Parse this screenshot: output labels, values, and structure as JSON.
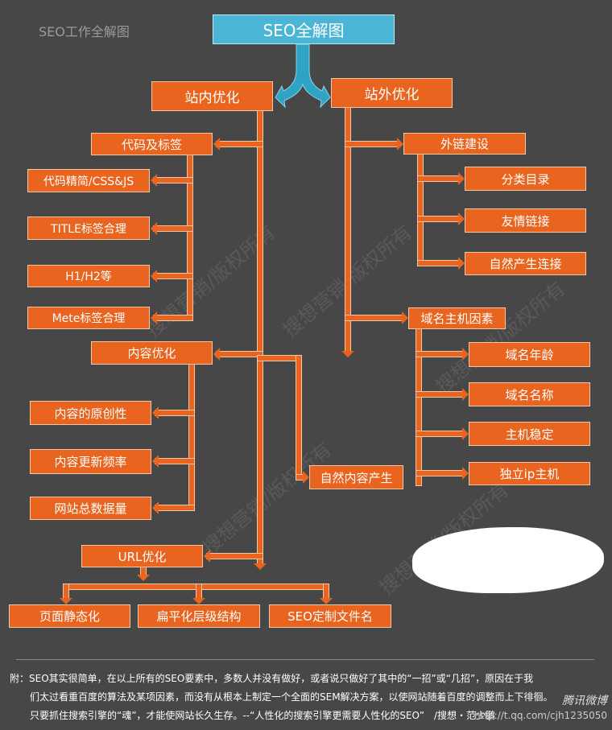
{
  "corner_title": "SEO工作全解图",
  "title": "SEO全解图",
  "colors": {
    "background": "#474747",
    "node": "#e8641f",
    "title": "#4ab5d4"
  },
  "onsite": {
    "label": "站内优化",
    "code_tags": {
      "label": "代码及标签",
      "items": [
        "代码精简/CSS&JS",
        "TITLE标签合理",
        "H1/H2等",
        "Mete标签合理"
      ]
    },
    "content": {
      "label": "内容优化",
      "items": [
        "内容的原创性",
        "内容更新频率",
        "网站总数据量"
      ]
    },
    "natural_content": "自然内容产生",
    "url": {
      "label": "URL优化",
      "items": [
        "页面静态化",
        "扁平化层级结构",
        "SEO定制文件名"
      ]
    }
  },
  "offsite": {
    "label": "站外优化",
    "links": {
      "label": "外链建设",
      "items": [
        "分类目录",
        "友情链接",
        "自然产生连接"
      ]
    },
    "domain": {
      "label": "域名主机因素",
      "items": [
        "域名年龄",
        "域名名称",
        "主机稳定",
        "独立ip主机"
      ]
    }
  },
  "watermark": "搜想营销/版权所有",
  "note": [
    "附：SEO其实很简单，在以上所有的SEO要素中，多数人并没有做好，或者说只做好了其中的“一招”或“几招”，原因在于我",
    "们太过看重百度的算法及某项因素，而没有从根本上制定一个全面的SEM解决方案，以使网站随着百度的调整而上下徘徊。",
    "只要抓住搜索引擎的“魂”，才能使网站长久生存。--“人性化的搜索引擎更需要人性化的SEO”　/搜想・范少鹏"
  ],
  "credit": {
    "brand": "腾讯微博",
    "url": "http://t.qq.com/cjh1235050"
  }
}
